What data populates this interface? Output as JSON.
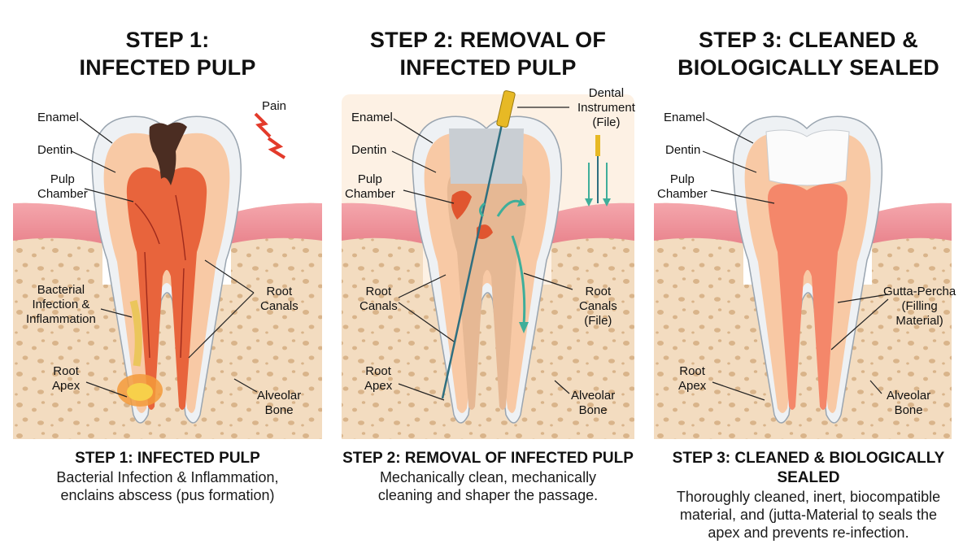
{
  "panels": [
    {
      "title": [
        "STEP 1:",
        "INFECTED PULP"
      ],
      "labels": {
        "enamel": "Enamel",
        "dentin": "Dentin",
        "pulp_chamber": [
          "Pulp",
          "Chamber"
        ],
        "pain": "Pain",
        "bacterial": [
          "Bacterial",
          "Infection &",
          "Inflammation"
        ],
        "root_canals": [
          "Root",
          "Canals"
        ],
        "root_apex": [
          "Root",
          "Apex"
        ],
        "alveolar_bone": [
          "Alveolar",
          "Bone"
        ]
      },
      "caption_title": "STEP 1: INFECTED PULP",
      "caption_body": [
        "Bacterial Infection & Inflammation,",
        "enclains abscess (pus formation)"
      ]
    },
    {
      "title": [
        "STEP 2: REMOVAL OF",
        "INFECTED PULP"
      ],
      "labels": {
        "enamel": "Enamel",
        "dentin": "Dentin",
        "pulp_chamber": [
          "Pulp",
          "Chamber"
        ],
        "instrument": [
          "Dental",
          "Instrument",
          "(File)"
        ],
        "root_canals_left": [
          "Root",
          "Canals"
        ],
        "root_canals_right": [
          "Root",
          "Canals",
          "(File)"
        ],
        "root_apex": [
          "Root",
          "Apex"
        ],
        "alveolar_bone": [
          "Alveolar",
          "Bone"
        ]
      },
      "caption_title": "STEP 2: REMOVAL OF INFECTED PULP",
      "caption_body": [
        "Mechanically clean, mechanically",
        "cleaning and shaper the passage."
      ]
    },
    {
      "title": [
        "STEP 3: CLEANED &",
        "BIOLOGICALLY SEALED"
      ],
      "labels": {
        "enamel": "Enamel",
        "dentin": "Dentin",
        "pulp_chamber": [
          "Pulp",
          "Chamber"
        ],
        "gutta": [
          "Gutta-Percha",
          "(Filling",
          "Material)"
        ],
        "root_apex": [
          "Root",
          "Apex"
        ],
        "alveolar_bone": [
          "Alveolar",
          "Bone"
        ]
      },
      "caption_title": "STEP 3: CLEANED & BIOLOGICALLY SEALED",
      "caption_body": [
        "Thoroughly cleaned, inert, biocompatible",
        "material, and (jutta-Material tọ seals the",
        "apex and prevents re-infection."
      ]
    }
  ],
  "colors": {
    "bone": "#f3dcc0",
    "gum": "#ec8e96",
    "enamel": "#eef1f4",
    "dentin": "#f8c9a5",
    "pulp_infected": "#e8643c",
    "pulp_step2": "#e6b894",
    "gutta_percha": "#f4876a",
    "decay": "#4b2d22",
    "pain": "#e33b2b",
    "file_gold": "#e7b925",
    "arrow_teal": "#3fae9a"
  }
}
